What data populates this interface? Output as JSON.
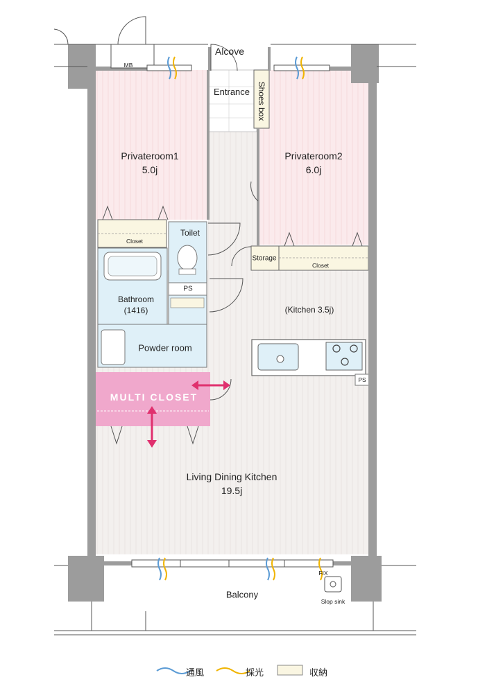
{
  "rooms": {
    "alcove": "Alcove",
    "entrance": "Entrance",
    "shoes_box": "Shoes box",
    "private1_name": "Privateroom1",
    "private1_size": "5.0j",
    "private2_name": "Privateroom2",
    "private2_size": "6.0j",
    "closet1": "Closet",
    "closet2": "Closet",
    "toilet": "Toilet",
    "storage": "Storage",
    "ps1": "PS",
    "ps2": "PS",
    "bathroom_name": "Bathroom",
    "bathroom_size": "(1416)",
    "kitchen": "(Kitchen 3.5j)",
    "powder_room": "Powder room",
    "multi_closet": "MULTI CLOSET",
    "ldk_name": "Living Dining Kitchen",
    "ldk_size": "19.5j",
    "balcony": "Balcony",
    "mb": "MB",
    "fix": "FIX",
    "slop_sink": "Slop sink"
  },
  "legend": {
    "ventilation": "通風",
    "daylight": "採光",
    "storage": "収納"
  },
  "colors": {
    "private_room": "#fbeaec",
    "wet_area": "#dff0f8",
    "living_floor": "#f3f0ee",
    "storage_fill": "#faf6e2",
    "multi_closet": "#f0a8cc",
    "arrow": "#e0306e",
    "wall": "#9c9c9c",
    "ventilation": "#5b9bd5",
    "daylight": "#f0b400"
  }
}
